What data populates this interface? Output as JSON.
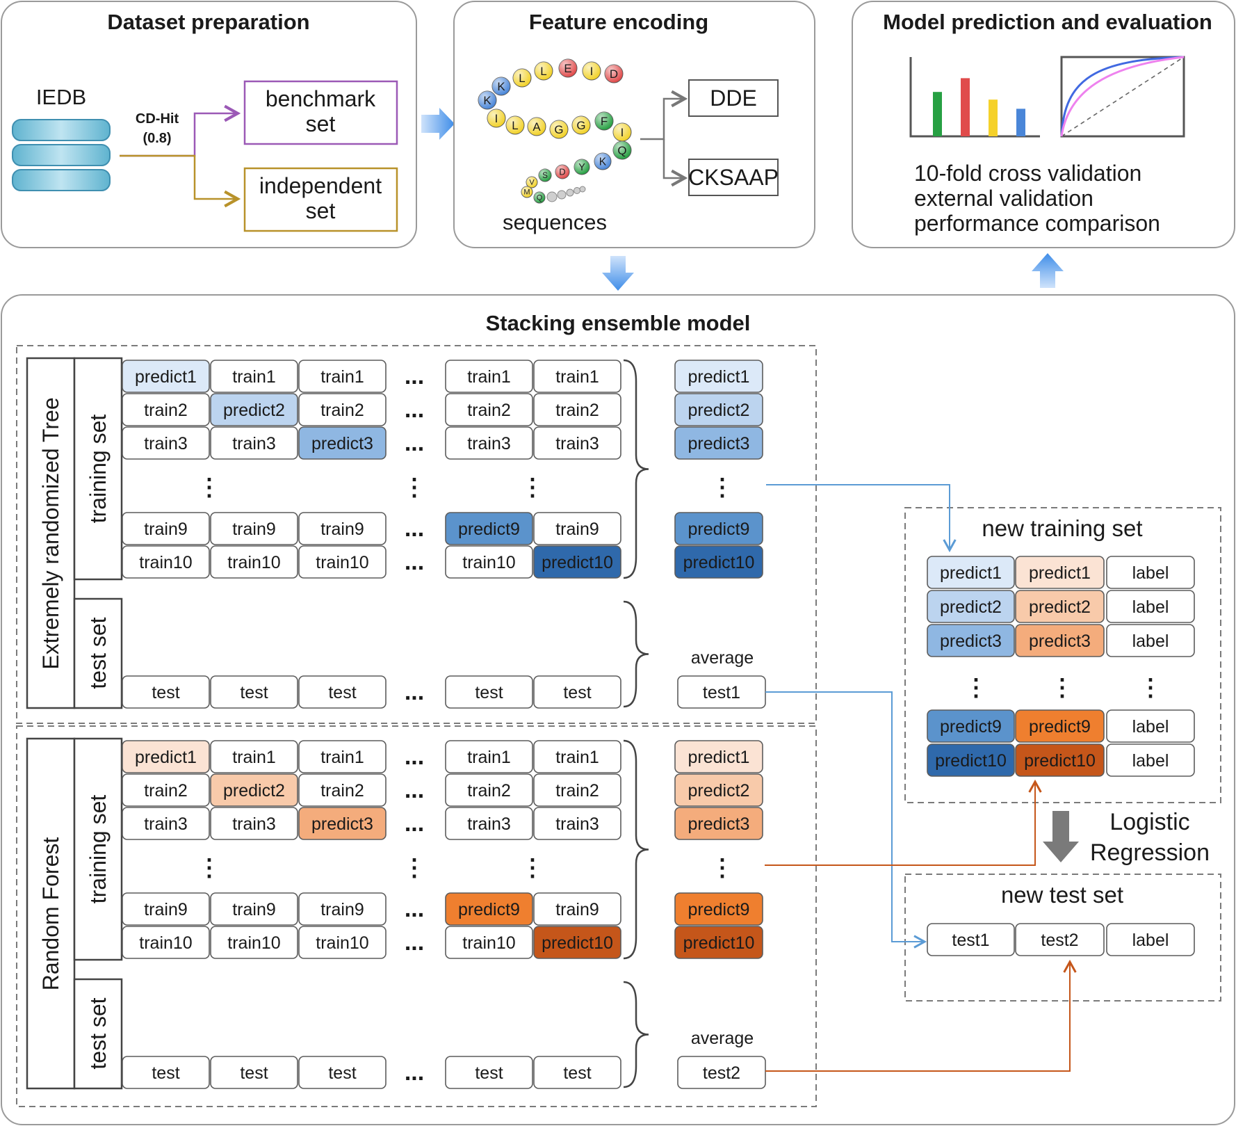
{
  "panels": {
    "dataset": {
      "title": "Dataset preparation",
      "source": "IEDB",
      "tool": "CD-Hit",
      "tool_param": "(0.8)",
      "benchmark": [
        "benchmark",
        "set"
      ],
      "independent": [
        "independent",
        "set"
      ]
    },
    "encoding": {
      "title": "Feature encoding",
      "sequences_label": "sequences",
      "methods": [
        "DDE",
        "CKSAAP"
      ],
      "beads": [
        "K",
        "K",
        "L",
        "L",
        "E",
        "I",
        "D",
        "I",
        "L",
        "A",
        "G",
        "G",
        "F",
        "I",
        "Q",
        "K",
        "Y",
        "D",
        "S",
        "V",
        "M",
        "Q"
      ]
    },
    "evaluation": {
      "title": "Model prediction and evaluation",
      "lines": [
        "10-fold cross validation",
        "external validation",
        "performance comparison"
      ]
    },
    "stacking": {
      "title": "Stacking ensemble model",
      "training_set_label": "training set",
      "test_set_label": "test set",
      "average_label": "average",
      "ellipsis": "...",
      "vdots": "⋮",
      "meta_learner": [
        "Logistic",
        "Regression"
      ]
    }
  },
  "models": [
    {
      "name": "Extremely randomized Tree",
      "rows": [
        [
          "predict1",
          "train1",
          "train1",
          "train1",
          "train1"
        ],
        [
          "train2",
          "predict2",
          "train2",
          "train2",
          "train2"
        ],
        [
          "train3",
          "train3",
          "predict3",
          "train3",
          "train3"
        ],
        [
          "train9",
          "train9",
          "train9",
          "predict9",
          "train9"
        ],
        [
          "train10",
          "train10",
          "train10",
          "train10",
          "predict10"
        ]
      ],
      "test_row": [
        "test",
        "test",
        "test",
        "test",
        "test"
      ],
      "outputs": [
        "predict1",
        "predict2",
        "predict3",
        "predict9",
        "predict10"
      ],
      "test_output": "test1",
      "shades": [
        "#dce9f8",
        "#bcd4ef",
        "#8fb7e2",
        "#5b93cc",
        "#2f69ab"
      ],
      "accent": "#2f7bc4",
      "line_color": "#5b9bd5"
    },
    {
      "name": "Random Forest",
      "rows": [
        [
          "predict1",
          "train1",
          "train1",
          "train1",
          "train1"
        ],
        [
          "train2",
          "predict2",
          "train2",
          "train2",
          "train2"
        ],
        [
          "train3",
          "train3",
          "predict3",
          "train3",
          "train3"
        ],
        [
          "train9",
          "train9",
          "train9",
          "predict9",
          "train9"
        ],
        [
          "train10",
          "train10",
          "train10",
          "train10",
          "predict10"
        ]
      ],
      "test_row": [
        "test",
        "test",
        "test",
        "test",
        "test"
      ],
      "outputs": [
        "predict1",
        "predict2",
        "predict3",
        "predict9",
        "predict10"
      ],
      "test_output": "test2",
      "shades": [
        "#fbe3d4",
        "#f8caaa",
        "#f4ac7c",
        "#ef7f2f",
        "#c5561a"
      ],
      "accent": "#c5561a",
      "line_color": "#c5561a"
    }
  ],
  "new_training_set": {
    "title": "new training set",
    "rows": [
      [
        "predict1",
        "predict1",
        "label"
      ],
      [
        "predict2",
        "predict2",
        "label"
      ],
      [
        "predict3",
        "predict3",
        "label"
      ],
      [
        "predict9",
        "predict9",
        "label"
      ],
      [
        "predict10",
        "predict10",
        "label"
      ]
    ]
  },
  "new_test_set": {
    "title": "new test set",
    "row": [
      "test1",
      "test2",
      "label"
    ]
  },
  "colors": {
    "dataset_benchmark": "#9b59b6",
    "dataset_independent": "#b8922a",
    "flow_arrow": "#4a90e2",
    "bar_series": [
      "#27a043",
      "#e04b4b",
      "#f5d12a",
      "#4a86d8"
    ],
    "roc_curves": [
      "#4169e1",
      "#ee82ee"
    ]
  },
  "chart": {
    "bar_values": [
      0.58,
      0.76,
      0.48,
      0.36
    ]
  }
}
